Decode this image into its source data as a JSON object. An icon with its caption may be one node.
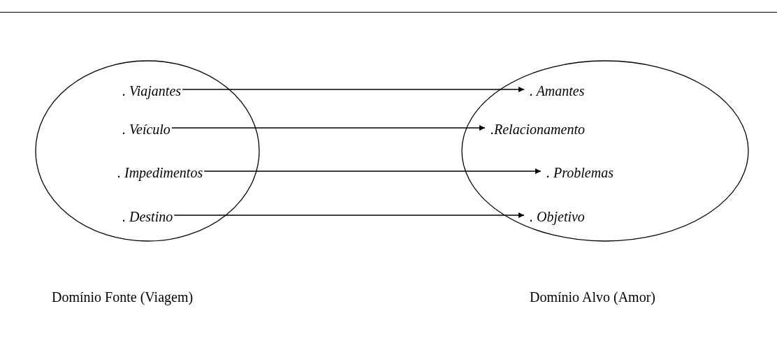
{
  "diagram": {
    "nodes": [
      {
        "text": [
          "Domínio Fonte (Viagem)"
        ]
      },
      {
        "text": [
          ". Viajantes"
        ],
        "in": 0
      },
      {
        "text": [
          ". Veículo"
        ],
        "in": 0
      },
      {
        "text": [
          ". Impedimentos"
        ],
        "in": 0
      },
      {
        "text": [
          ". Destino"
        ],
        "in": 0
      },
      {
        "text": [
          "Domínio Alvo (Amor)"
        ]
      },
      {
        "text": [
          ". Amantes"
        ],
        "in": 5
      },
      {
        "text": [
          ".Relacionamento"
        ],
        "in": 5
      },
      {
        "text": [
          ". Problemas"
        ],
        "in": 5
      },
      {
        "text": [
          ". Objetivo"
        ],
        "in": 5
      }
    ],
    "edges": [
      {
        "from": 1,
        "to": 6,
        "arrow": "to"
      },
      {
        "from": 2,
        "to": 7,
        "arrow": "to"
      },
      {
        "from": 3,
        "to": 8,
        "arrow": "to"
      },
      {
        "from": 4,
        "to": 9,
        "arrow": "to"
      }
    ]
  }
}
